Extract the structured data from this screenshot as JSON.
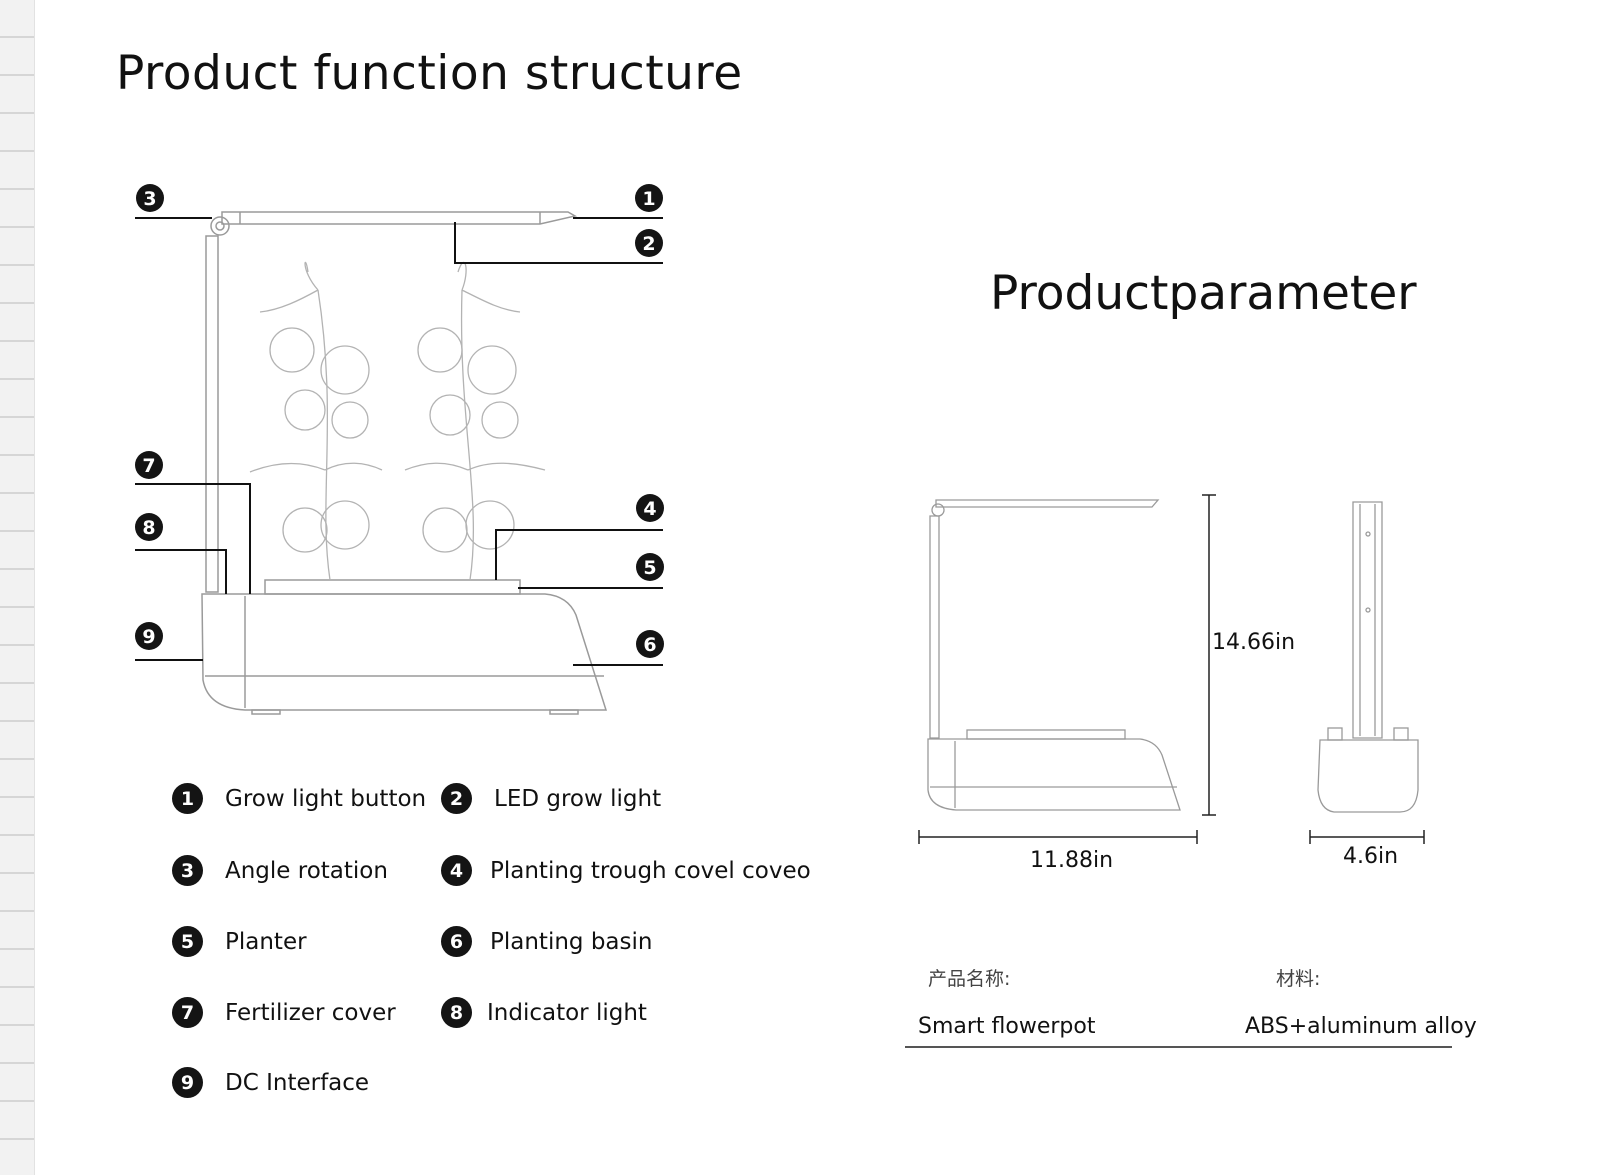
{
  "page": {
    "title": "Product function structure",
    "parameter_title": "Productparameter"
  },
  "callouts": [
    "1",
    "2",
    "3",
    "4",
    "5",
    "6",
    "7",
    "8",
    "9"
  ],
  "legend": [
    {
      "number": "1",
      "label": "Grow light button"
    },
    {
      "number": "2",
      "label": "LED grow light"
    },
    {
      "number": "3",
      "label": "Angle rotation"
    },
    {
      "number": "4",
      "label": "Planting trough covel coveo"
    },
    {
      "number": "5",
      "label": "Planter"
    },
    {
      "number": "6",
      "label": "Planting basin"
    },
    {
      "number": "7",
      "label": "Fertilizer cover"
    },
    {
      "number": "8",
      "label": "Indicator light"
    },
    {
      "number": "9",
      "label": "DC Interface"
    }
  ],
  "dimensions": {
    "height": "14.66in",
    "width": "11.88in",
    "depth": "4.6in"
  },
  "parameters": {
    "name_label": "产品名称:",
    "name_value": "Smart flowerpot",
    "material_label": "材料:",
    "material_value": "ABS+aluminum alloy"
  }
}
